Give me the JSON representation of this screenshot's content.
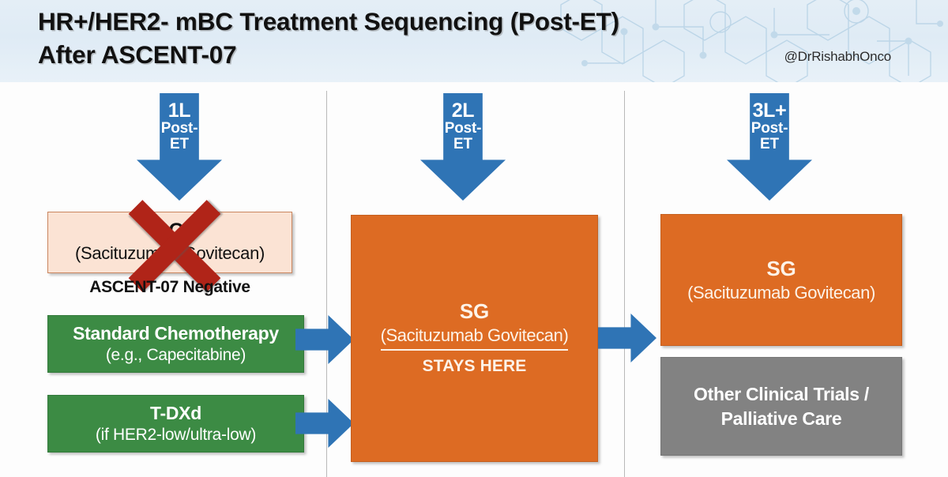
{
  "header": {
    "title": "HR+/HER2- mBC Treatment Sequencing (Post-ET)\nAfter ASCENT-07",
    "handle": "@DrRishabhOnco",
    "background_color": "#e4eef6",
    "pattern": "hexagon-molecular-network"
  },
  "colors": {
    "arrow_blue": "#2f74b5",
    "box_orange": "#dd6b23",
    "box_green": "#3c8b44",
    "box_grey": "#828282",
    "box_peach": "#fbe3d4",
    "peach_border": "#c9855e",
    "cross_red": "#b02418",
    "divider": "#b9b9b9"
  },
  "columns": [
    {
      "id": "1l",
      "arrow": {
        "main": "1L",
        "sub1": "Post-",
        "sub2": "ET"
      },
      "crossed_box": {
        "line_1": "SG",
        "line_2": "(Sacituzumab Govitecan)",
        "crossed_out": true,
        "cross_icon": "red-x-icon"
      },
      "caption": "ASCENT-07 Negative",
      "options": [
        {
          "line_1": "Standard Chemotherapy",
          "line_2": "(e.g., Capecitabine)"
        },
        {
          "line_1": "T-DXd",
          "line_2": "(if HER2-low/ultra-low)"
        }
      ]
    },
    {
      "id": "2l",
      "arrow": {
        "main": "2L",
        "sub1": "Post-",
        "sub2": "ET"
      },
      "main_box": {
        "title": "SG",
        "subtitle": "(Sacituzumab Govitecan)",
        "emphasis": "STAYS HERE"
      }
    },
    {
      "id": "3l",
      "arrow": {
        "main": "3L+",
        "sub1": "Post-",
        "sub2": "ET"
      },
      "main_box": {
        "title": "SG",
        "subtitle": "(Sacituzumab Govitecan)"
      },
      "secondary_box": {
        "line_1": "Other Clinical Trials /",
        "line_2": "Palliative Care"
      }
    }
  ]
}
